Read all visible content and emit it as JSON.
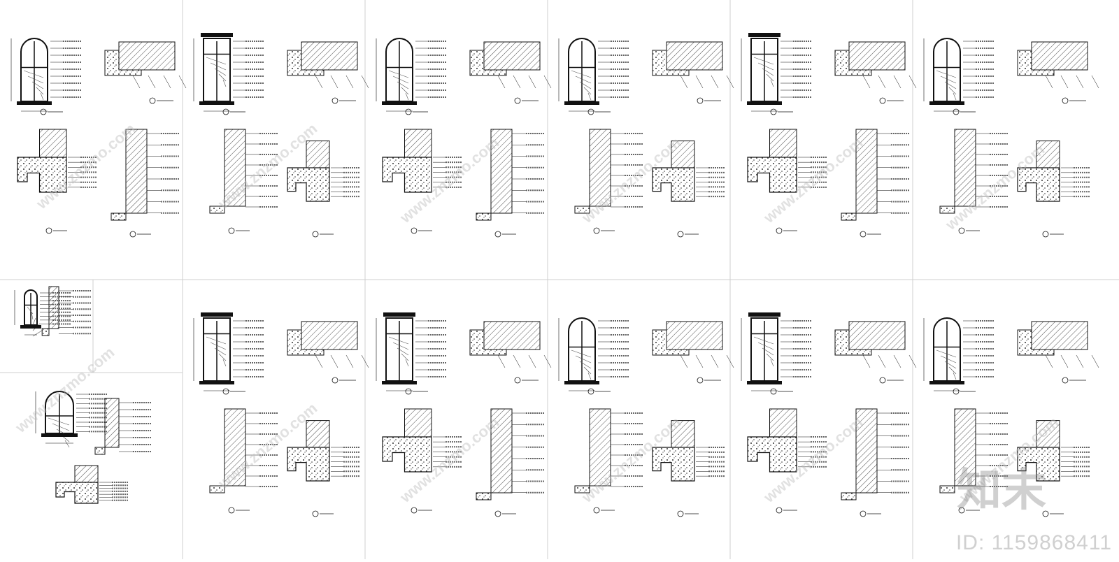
{
  "document": {
    "type": "architectural-window-detail-sheets",
    "watermark": {
      "brand": "知末",
      "url": "www.znzmo.com",
      "id_text": "ID: 1159868411"
    },
    "colors": {
      "line": "#111111",
      "hatch": "#222222",
      "frame": "#cfcfcf",
      "watermark": "#bdbdbd"
    }
  }
}
